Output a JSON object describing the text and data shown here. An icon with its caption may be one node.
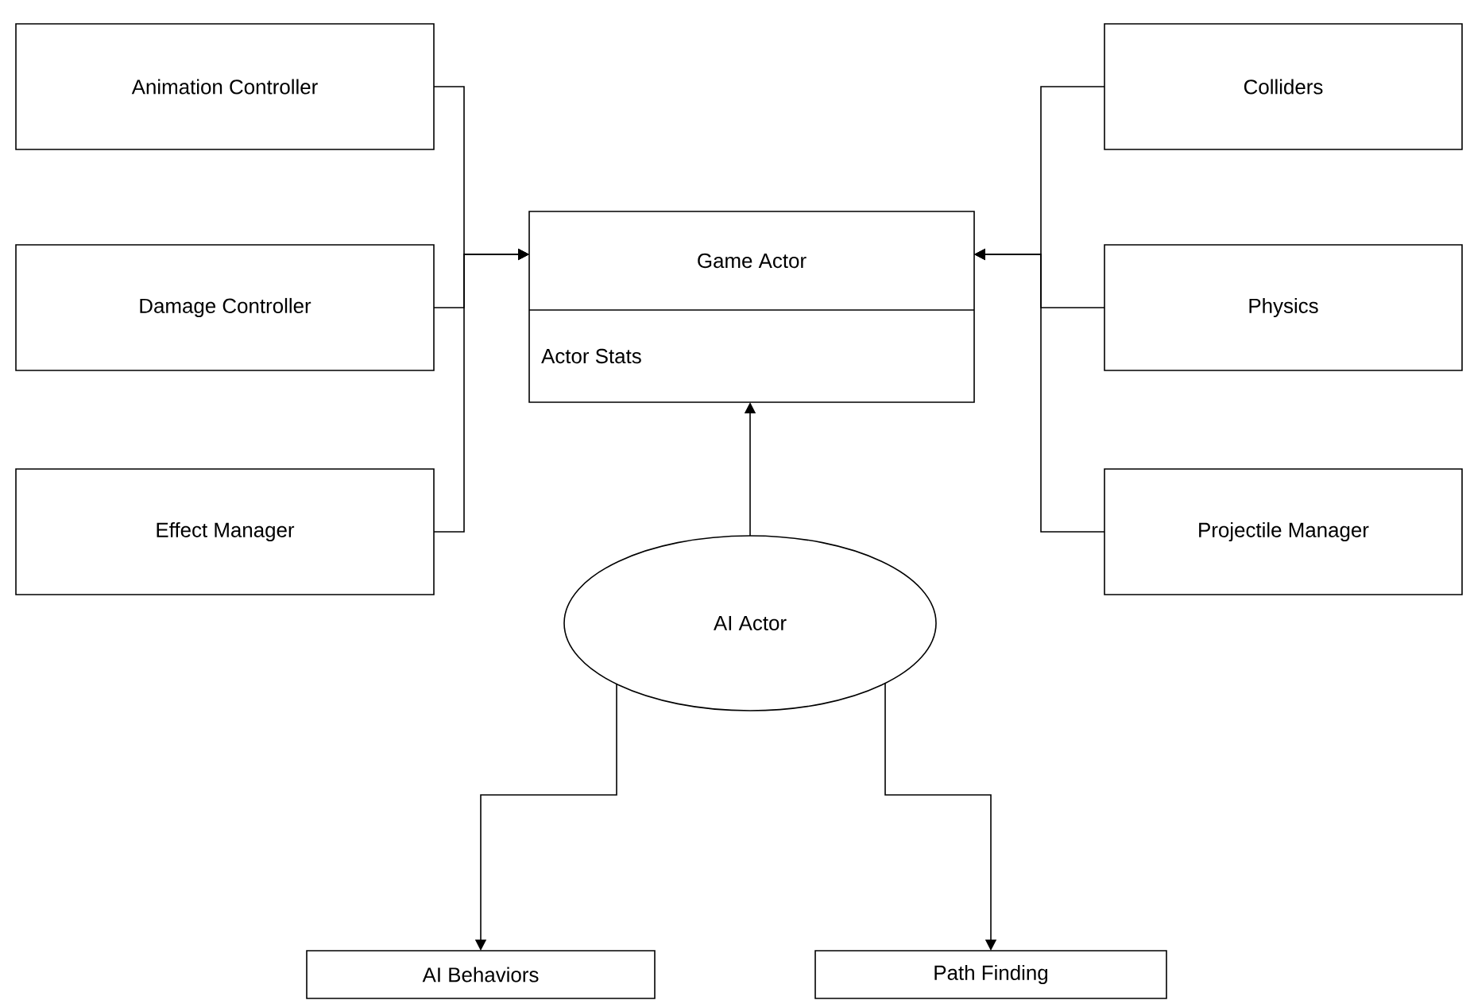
{
  "diagram": {
    "nodes": [
      {
        "text": [
          "Animation Controller"
        ]
      },
      {
        "text": [
          "Damage Controller"
        ]
      },
      {
        "text": [
          "Effect Manager"
        ]
      },
      {
        "text": [
          "Game Actor",
          "Actor Stats"
        ]
      },
      {
        "text": [
          "Colliders"
        ]
      },
      {
        "text": [
          "Physics"
        ]
      },
      {
        "text": [
          "Projectile Manager"
        ]
      },
      {
        "text": [
          "AI Actor"
        ]
      },
      {
        "text": [
          "AI Behaviors"
        ]
      },
      {
        "text": [
          "Path Finding"
        ]
      }
    ],
    "edges": [
      {
        "from": 0,
        "to": 3,
        "arrow": "to"
      },
      {
        "from": 1,
        "to": 3,
        "arrow": "to"
      },
      {
        "from": 2,
        "to": 3,
        "arrow": "to"
      },
      {
        "from": 4,
        "to": 3,
        "arrow": "to"
      },
      {
        "from": 5,
        "to": 3,
        "arrow": "to"
      },
      {
        "from": 6,
        "to": 3,
        "arrow": "to"
      },
      {
        "from": 7,
        "to": 3,
        "arrow": "to"
      },
      {
        "from": 7,
        "to": 8,
        "arrow": "to"
      },
      {
        "from": 7,
        "to": 9,
        "arrow": "to"
      }
    ]
  }
}
